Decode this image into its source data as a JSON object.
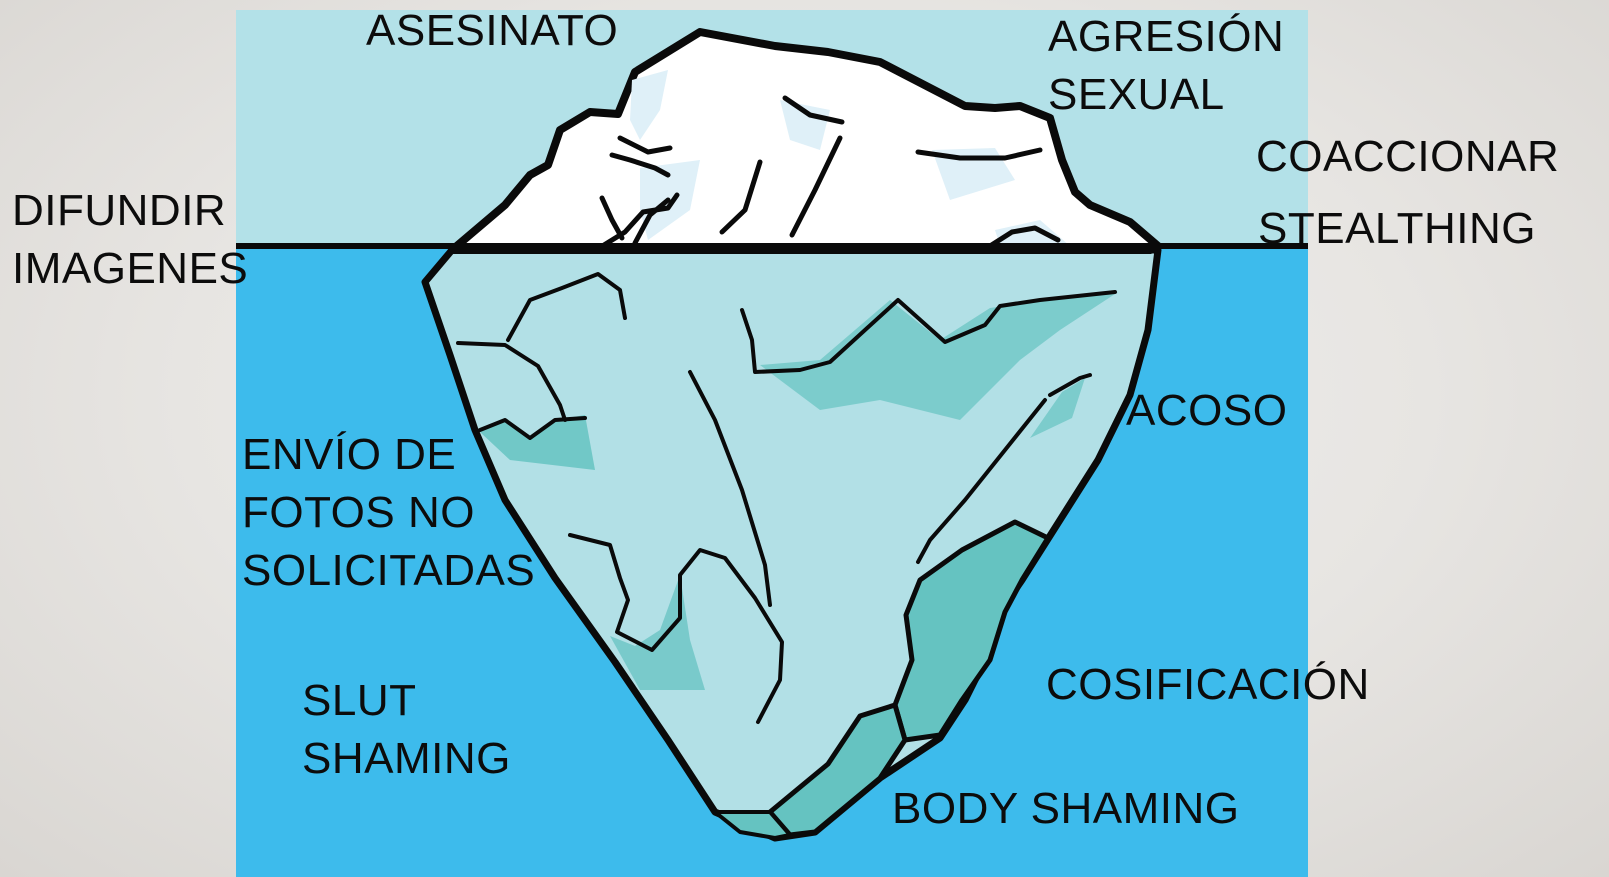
{
  "labels_above": {
    "asesinato": "ASESINATO",
    "agresion_sexual": [
      "AGRESIÓN",
      "SEXUAL"
    ],
    "coaccionar": "COACCIONAR",
    "stealthing": "STEALTHING",
    "difundir_imagenes": [
      "DIFUNDIR",
      "IMAGENES"
    ]
  },
  "labels_below": {
    "acoso": "ACOSO",
    "envio_fotos": [
      "ENVÍO DE",
      "FOTOS NO",
      "SOLICITADAS"
    ],
    "slut_shaming": [
      "SLUT",
      "SHAMING"
    ],
    "cosificacion": "COSIFICACIÓN",
    "body_shaming": "BODY SHAMING"
  },
  "colors": {
    "sky": "#b3e1e8",
    "water": "#3dbbec",
    "ice_top": "#ffffff",
    "ice_highlight": "#dff0f8",
    "ice_body": "#b2e0e6",
    "ice_shadow": "#65c3c1",
    "outline": "#0a0a0a"
  }
}
